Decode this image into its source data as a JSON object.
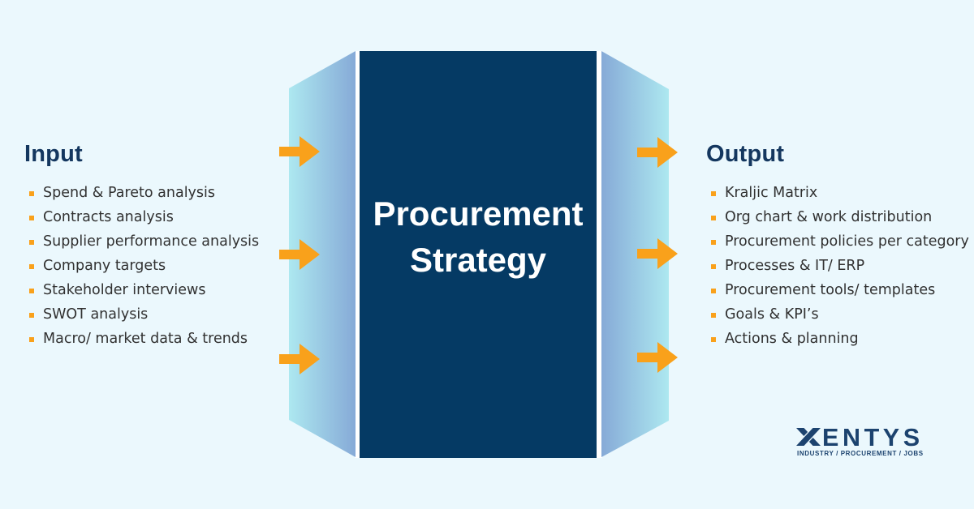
{
  "colors": {
    "bg": "#EBF8FD",
    "navy": "#053A64",
    "heading": "#14375F",
    "text": "#313131",
    "orange": "#F9A11B",
    "cyan": "#ADE8F0",
    "blue": "#86AAD7",
    "logo": "#1C436F",
    "white": "#FFFFFF"
  },
  "input": {
    "heading": "Input",
    "items": [
      "Spend & Pareto analysis",
      "Contracts analysis",
      "Supplier performance analysis",
      "Company targets",
      "Stakeholder interviews",
      "SWOT analysis",
      "Macro/ market data & trends"
    ]
  },
  "output": {
    "heading": "Output",
    "items": [
      "Kraljic Matrix",
      "Org chart & work distribution",
      "Procurement policies per category",
      "Processes & IT/ ERP",
      "Procurement tools/ templates",
      "Goals & KPI’s",
      "Actions & planning"
    ]
  },
  "center": {
    "line1": "Procurement",
    "line2": "Strategy"
  },
  "logo": {
    "name": "XENTYS",
    "name_rest": "ENTYS",
    "tagline": "INDUSTRY / PROCUREMENT / JOBS"
  }
}
